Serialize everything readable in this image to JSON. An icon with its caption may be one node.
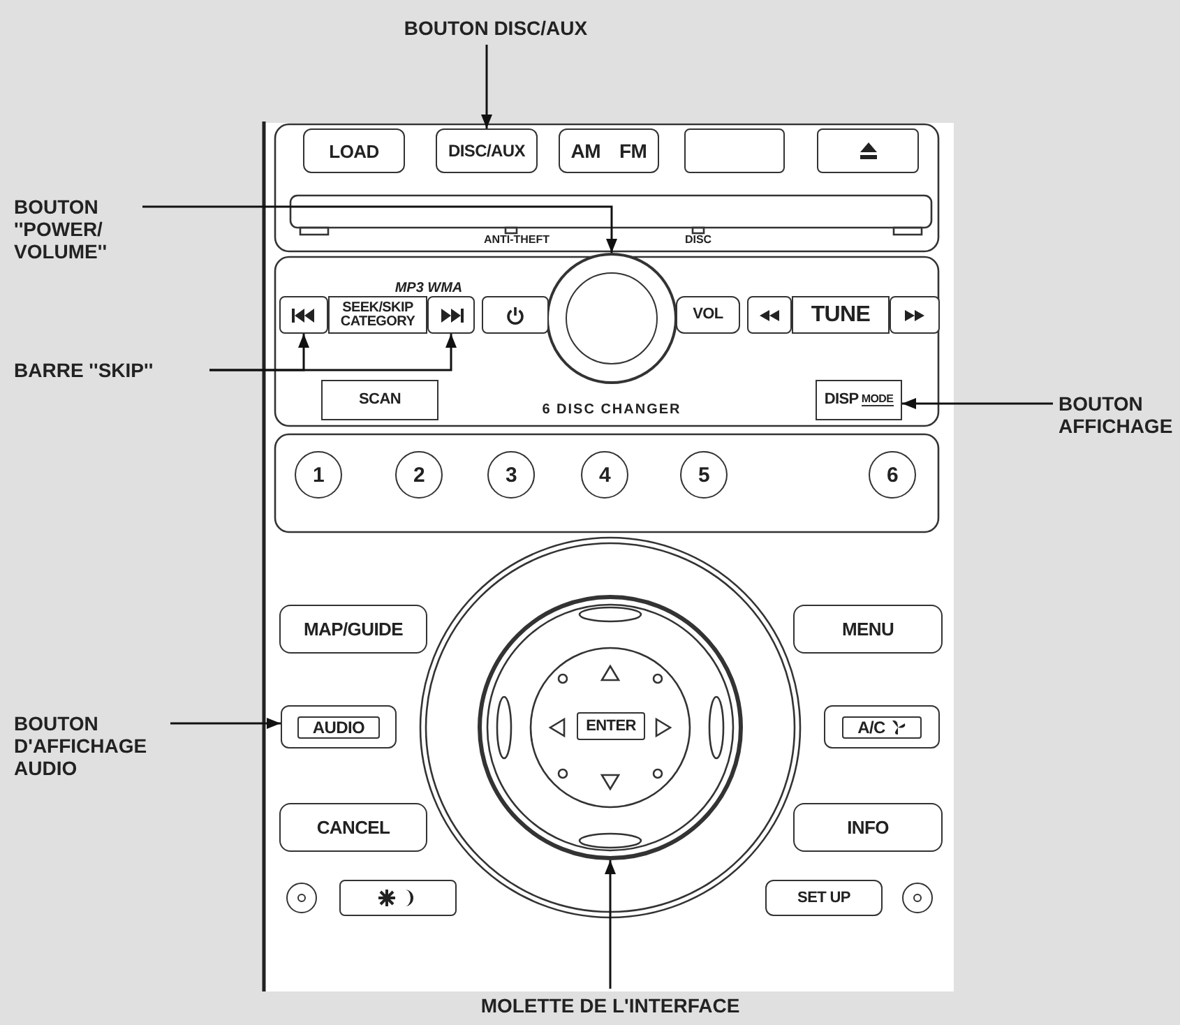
{
  "diagram": {
    "nodes": [
      {
        "text": [
          "BOUTON DISC/AUX"
        ]
      },
      {
        "text": [
          "DISC/AUX"
        ]
      },
      {
        "text": [
          "BOUTON ''POWER/ VOLUME''"
        ]
      },
      {
        "text": [],
        "shape": "circle"
      },
      {
        "text": [
          "BARRE ''SKIP''"
        ]
      },
      {
        "text": [],
        "shape": "box"
      },
      {
        "text": [],
        "shape": "box"
      },
      {
        "text": [
          "BOUTON AFFICHAGE"
        ]
      },
      {
        "text": [
          "DISP",
          "MODE"
        ]
      },
      {
        "text": [
          "BOUTON D'AFFICHAGE AUDIO"
        ]
      },
      {
        "text": [
          "AUDIO"
        ]
      },
      {
        "text": [
          "MOLETTE DE L'INTERFACE"
        ]
      },
      {
        "text": [],
        "shape": "circle"
      },
      {
        "text": [
          "LOAD"
        ]
      },
      {
        "text": [
          "AM FM"
        ]
      },
      {
        "text": [],
        "shape": "box"
      },
      {
        "text": [],
        "shape": "box"
      },
      {
        "text": [
          "SEEK/SKIP CATEGORY"
        ]
      },
      {
        "text": [],
        "shape": "box"
      },
      {
        "text": [
          "VOL"
        ]
      },
      {
        "text": [],
        "shape": "box"
      },
      {
        "text": [
          "TUNE"
        ]
      },
      {
        "text": [],
        "shape": "box"
      },
      {
        "text": [
          "SCAN"
        ]
      },
      {
        "text": [
          "1"
        ]
      },
      {
        "text": [
          "2"
        ]
      },
      {
        "text": [
          "3"
        ]
      },
      {
        "text": [
          "4"
        ]
      },
      {
        "text": [
          "5"
        ]
      },
      {
        "text": [
          "6"
        ]
      },
      {
        "text": [
          "MAP/GUIDE"
        ]
      },
      {
        "text": [
          "MENU"
        ]
      },
      {
        "text": [
          "ENTER"
        ],
        "in": 12
      },
      {
        "text": [
          "A/C"
        ]
      },
      {
        "text": [
          "CANCEL"
        ]
      },
      {
        "text": [
          "INFO"
        ]
      },
      {
        "text": [],
        "shape": "circle"
      },
      {
        "text": [],
        "shape": "box"
      },
      {
        "text": [
          "SET UP"
        ]
      },
      {
        "text": [],
        "shape": "circle"
      }
    ],
    "edges": [
      {
        "from": 0,
        "to": 1,
        "arrow": "to"
      },
      {
        "from": 2,
        "to": 3,
        "arrow": "to"
      },
      {
        "from": 4,
        "to": 5,
        "arrow": "to"
      },
      {
        "from": 4,
        "to": 6,
        "arrow": "to"
      },
      {
        "from": 7,
        "to": 8,
        "arrow": "to"
      },
      {
        "from": 9,
        "to": 10,
        "arrow": "to"
      },
      {
        "from": 11,
        "to": 12,
        "arrow": "to"
      }
    ],
    "labels": [
      "ANTI-THEFT",
      "DISC",
      "MP3 WMA",
      "6 DISC CHANGER"
    ]
  }
}
